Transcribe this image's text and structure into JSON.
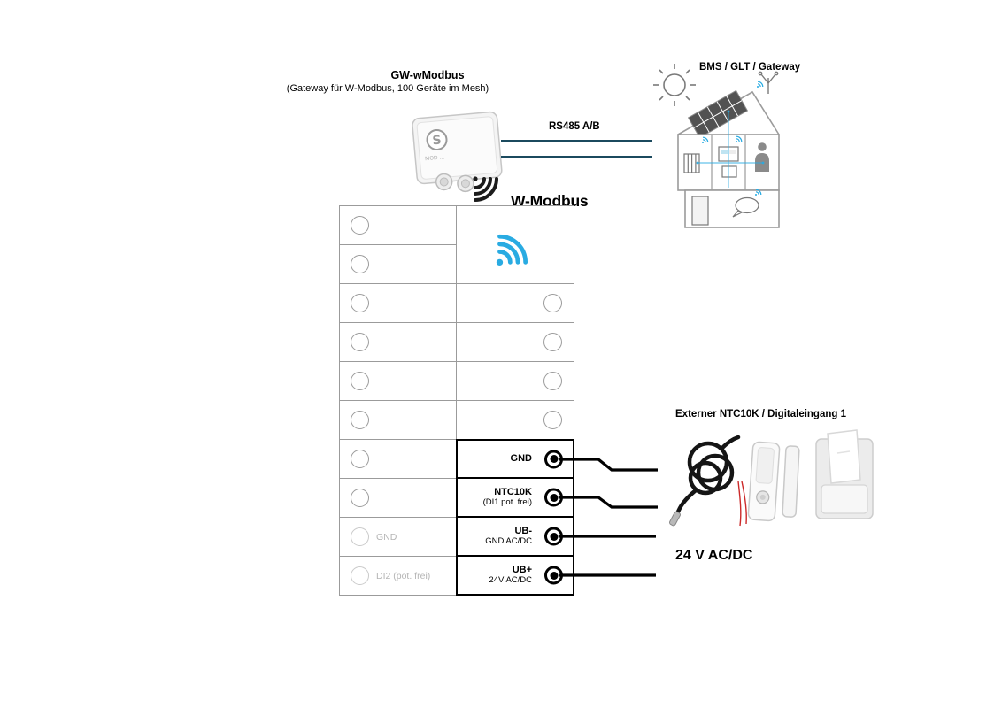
{
  "gateway": {
    "title": "GW-wModbus",
    "subtitle": "(Gateway für W-Modbus, 100 Geräte im Mesh)"
  },
  "labels": {
    "bms": "BMS / GLT / Gateway",
    "rs485": "RS485 A/B",
    "wmodbus": "W-Modbus",
    "external": "Externer NTC10K / Digitaleingang 1",
    "power": "24 V AC/DC"
  },
  "terminal_block": {
    "left_rows": [
      "",
      "",
      "",
      "",
      "",
      "",
      "",
      "",
      "GND",
      "DI2 (pot. frei)"
    ],
    "terminals": [
      {
        "name": "GND",
        "sub": ""
      },
      {
        "name": "NTC10K",
        "sub": "(DI1 pot. frei)"
      },
      {
        "name": "UB-",
        "sub": "GND AC/DC"
      },
      {
        "name": "UB+",
        "sub": "24V AC/DC"
      }
    ]
  },
  "colors": {
    "accent_blue": "#29abe2",
    "rs485_line": "#1b4a5e",
    "grid_gray": "#9b9b9b",
    "muted_text": "#b5b5b5"
  }
}
